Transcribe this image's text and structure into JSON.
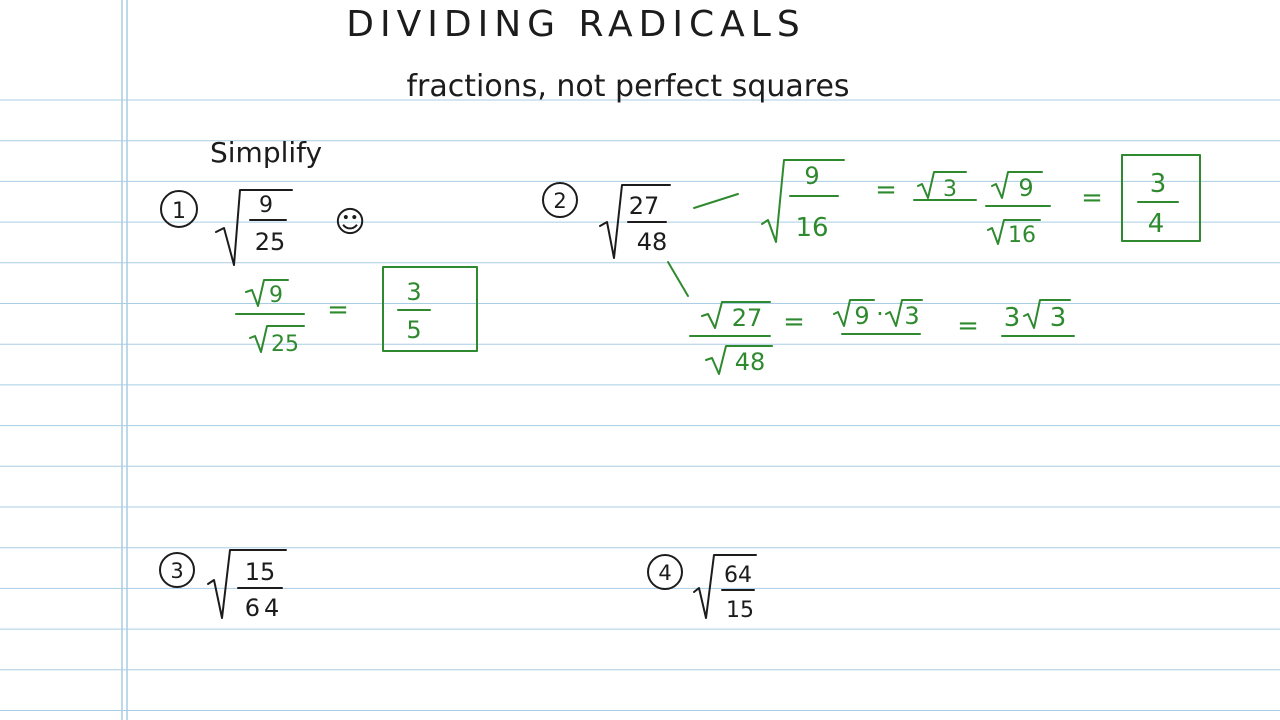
{
  "title": "DIVIDING RADICALS",
  "subtitle": "fractions, not perfect squares",
  "instruction": "Simplify",
  "colors": {
    "paper": "#ffffff",
    "rule": "#a9cde4",
    "margin": "#a9cde4",
    "ink": "#1c1c1c",
    "work": "#2f8a2f"
  },
  "problems": [
    {
      "number": "1",
      "radicand_num": "9",
      "radicand_den": "25",
      "reaction": "☺",
      "work": {
        "num": "9",
        "den": "25",
        "eq": "=",
        "answer_num": "3",
        "answer_den": "5"
      }
    },
    {
      "number": "2",
      "radicand_num": "27",
      "radicand_den": "48",
      "work_top": {
        "num": "9",
        "den": "16",
        "eq1": "=",
        "crossed": "3",
        "num2": "9",
        "den2": "16",
        "eq2": "=",
        "answer_num": "3",
        "answer_den": "4"
      },
      "work_bottom": {
        "num": "27",
        "den": "48",
        "eq1": "=",
        "prod_a": "9",
        "dot": "·",
        "prod_b": "3",
        "eq2": "=",
        "coef": "3",
        "rad": "3"
      }
    },
    {
      "number": "3",
      "radicand_num": "15",
      "radicand_den": "64"
    },
    {
      "number": "4",
      "radicand_num": "64",
      "radicand_den": "15"
    }
  ]
}
